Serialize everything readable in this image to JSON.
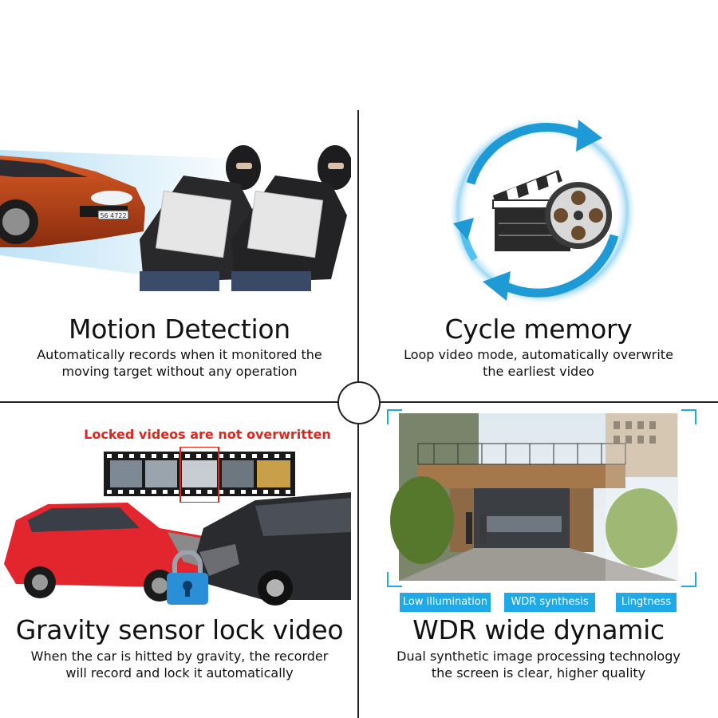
{
  "panels": {
    "motion": {
      "title": "Motion Detection",
      "desc_line1": "Automatically records when it monitored the",
      "desc_line2": "moving target without any operation"
    },
    "cycle": {
      "title": "Cycle memory",
      "desc_line1": "Loop video mode, automatically overwrite",
      "desc_line2": "the earliest video"
    },
    "gravity": {
      "title": "Gravity sensor lock video",
      "desc_line1": "When the car is hitted by gravity, the recorder",
      "desc_line2": "will record and lock it automatically",
      "locked_caption": "Locked videos are not overwritten"
    },
    "wdr": {
      "title": "WDR wide dynamic",
      "desc_line1": "Dual synthetic image processing technology",
      "desc_line2": "the screen is clear, higher quality",
      "labels": [
        "Low illumination",
        "WDR synthesis",
        "Lingtness"
      ]
    }
  },
  "colors": {
    "accent_blue": "#1fa9e6",
    "lock_red": "#e0261b",
    "divider": "#222222"
  },
  "icons": [
    "car-image",
    "thief-figure",
    "cycle-arrows-icon",
    "clapperboard-icon",
    "film-reel-icon",
    "film-strip-icon",
    "crashed-cars-image",
    "padlock-icon",
    "building-garage-photo"
  ]
}
